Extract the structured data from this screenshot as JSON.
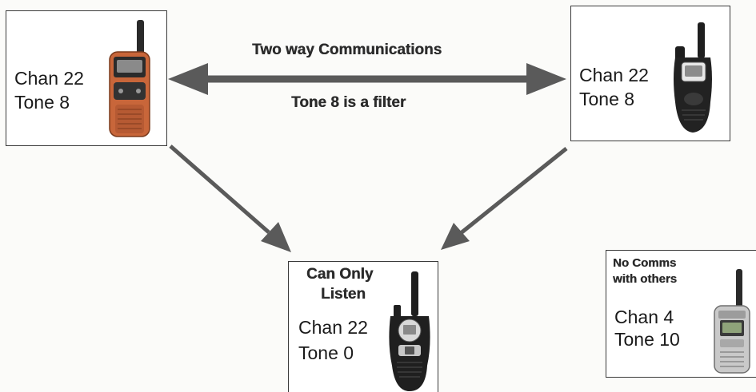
{
  "arrow_top_label": "Two way Communications",
  "arrow_bottom_label": "Tone 8 is a filter",
  "radios": [
    {
      "channel": "Chan 22",
      "tone": "Tone 8"
    },
    {
      "channel": "Chan 22",
      "tone": "Tone 8"
    },
    {
      "heading_line1": "Can Only",
      "heading_line2": "Listen",
      "channel": "Chan 22",
      "tone": "Tone 0"
    },
    {
      "heading_line1": "No Comms",
      "heading_line2": "with others",
      "channel": "Chan 4",
      "tone": "Tone 10"
    }
  ],
  "colors": {
    "arrow": "#5a5a5a",
    "frame": "#3a3a3a",
    "radio_orange": "#c8663a",
    "radio_dark": "#222222",
    "radio_silver": "#c9c9c9"
  },
  "icons": [
    "orange-walkie-talkie-icon",
    "black-walkie-talkie-icon",
    "walkie-talkie-icon",
    "silver-walkie-talkie-icon"
  ]
}
